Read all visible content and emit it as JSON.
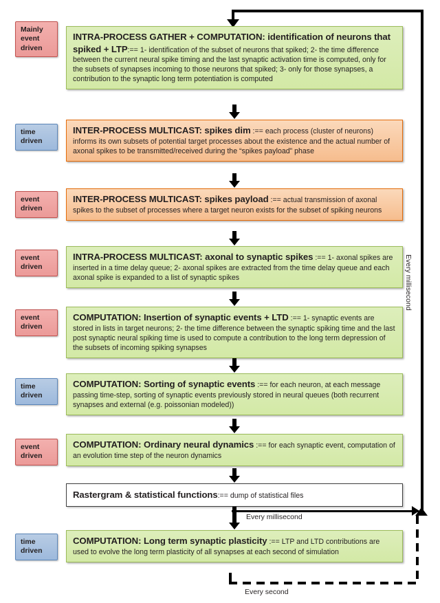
{
  "diagram": {
    "title": "Neural simulation engine phase loop",
    "colors": {
      "green_fill": "#d3e9a6",
      "green_border": "#9bbb59",
      "orange_fill": "#f6bd8e",
      "orange_border": "#e46c0a",
      "event_tag_fill": "#eb9a98",
      "event_tag_border": "#c0504d",
      "time_tag_fill": "#9db9dc",
      "time_tag_border": "#5b86b9",
      "plain_border": "#3d3d3d",
      "arrow": "#000000"
    },
    "tags": [
      {
        "id": "tag-1",
        "kind": "event",
        "lines": [
          "Mainly",
          "event",
          "driven"
        ]
      },
      {
        "id": "tag-2",
        "kind": "time",
        "lines": [
          "time",
          "driven"
        ]
      },
      {
        "id": "tag-3",
        "kind": "event",
        "lines": [
          "event",
          "driven"
        ]
      },
      {
        "id": "tag-4",
        "kind": "event",
        "lines": [
          "event",
          "driven"
        ]
      },
      {
        "id": "tag-5",
        "kind": "event",
        "lines": [
          "event",
          "driven"
        ]
      },
      {
        "id": "tag-6",
        "kind": "time",
        "lines": [
          "time",
          "driven"
        ]
      },
      {
        "id": "tag-7",
        "kind": "event",
        "lines": [
          "event",
          "driven"
        ]
      },
      {
        "id": "tag-8",
        "kind": "time",
        "lines": [
          "time",
          "driven"
        ]
      }
    ],
    "steps": [
      {
        "id": "step-intra-gather",
        "style": "green",
        "heading": "INTRA-PROCESS GATHER + COMPUTATION: identification of neurons that spiked + LTP",
        "separator": ":==",
        "body": "1- identification of the subset of neurons that spiked; 2- the time difference between the current neural spike timing and the last synaptic activation time  is computed, only for the subsets of synapses  incoming to those neurons that spiked; 3- only for those synapses,  a contribution to the synaptic long term potentiation is computed"
      },
      {
        "id": "step-multicast-dim",
        "style": "orange",
        "heading": "INTER-PROCESS MULTICAST: spikes dim",
        "separator": ":==",
        "body": "each process (cluster of neurons) informs its own subsets of potential target processes  about the  existence and the actual  number of axonal spikes to be transmitted/received during the  “spikes payload” phase"
      },
      {
        "id": "step-multicast-payload",
        "style": "orange",
        "heading": "INTER-PROCESS MULTICAST: spikes payload",
        "separator": ":==",
        "body": "actual transmission of axonal spikes  to the subset of processes  where a target neuron exists for the subset  of spiking  neurons"
      },
      {
        "id": "step-axonal-to-synaptic",
        "style": "green",
        "heading": "INTRA-PROCESS MULTICAST: axonal to synaptic spikes",
        "separator": ":==",
        "body": "1- axonal spikes  are inserted in a time delay queue; 2- axonal spikes  are extracted from the time delay queue and each axonal spike is expanded to a list of synaptic spikes"
      },
      {
        "id": "step-insertion-ltd",
        "style": "green",
        "heading": "COMPUTATION: Insertion of synaptic events + LTD",
        "separator": ":==",
        "body": "1- synaptic events are stored in lists in target neurons; 2- the time difference  between the synaptic spiking  time and the last  post synaptic neural spiking  time  is used to compute a contribution to the long term depression  of the subsets  of incoming spiking  synapses"
      },
      {
        "id": "step-sorting",
        "style": "green",
        "heading": "COMPUTATION: Sorting of synaptic events",
        "separator": ":==",
        "body": "for each neuron, at each message passing time-step, sorting of synaptic events previously  stored in neural queues (both recurrent synapses and external (e.g. poissonian  modeled))"
      },
      {
        "id": "step-neural-dynamics",
        "style": "green",
        "heading": "COMPUTATION: Ordinary neural dynamics",
        "separator": ":==",
        "body": "for each synaptic event, computation of an evolution time step of the neuron dynamics"
      },
      {
        "id": "step-rastergram",
        "style": "plain",
        "heading": "Rastergram & statistical functions",
        "separator": ":==",
        "body": "dump  of statistical files"
      },
      {
        "id": "step-long-term-plasticity",
        "style": "green",
        "heading": "COMPUTATION: Long term synaptic  plasticity",
        "separator": ":==",
        "body": "LTP and LTD contributions  are used to evolve  the long term plasticity of all synapses  at each second of simulation"
      }
    ],
    "loop_labels": {
      "outer_right": "Every millisecond",
      "branch": "Every millisecond",
      "bottom": "Every second"
    }
  }
}
